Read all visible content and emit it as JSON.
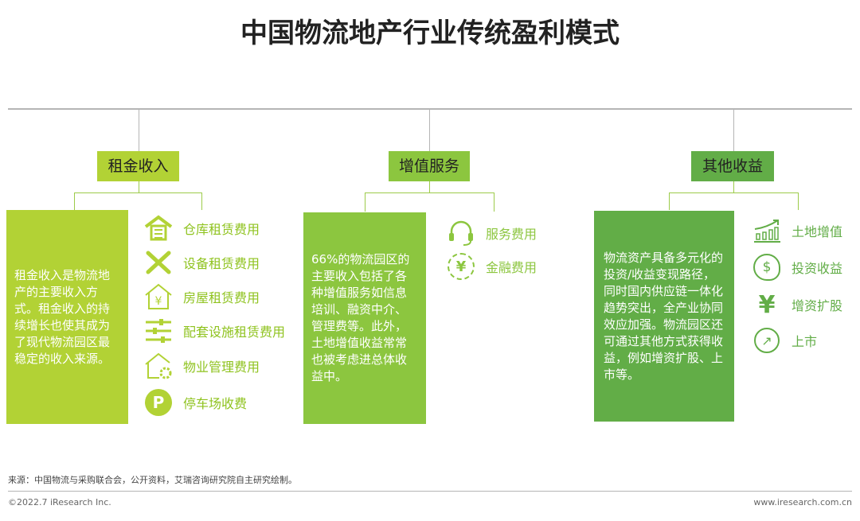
{
  "title": "中国物流地产行业传统盈利模式",
  "colors": {
    "rent": "#b2d235",
    "service": "#8cc63f",
    "other": "#62ad47"
  },
  "columns": [
    {
      "header": "租金收入",
      "description": "租金收入是物流地产的主要收入方式。租金收入的持续增长也使其成为了现代物流园区最稳定的收入来源。",
      "items": [
        {
          "label": "仓库租赁费用",
          "icon": "warehouse-icon"
        },
        {
          "label": "设备租赁费用",
          "icon": "tools-icon"
        },
        {
          "label": "房屋租赁费用",
          "icon": "house-yen-icon"
        },
        {
          "label": "配套设施租赁费用",
          "icon": "sliders-icon"
        },
        {
          "label": "物业管理费用",
          "icon": "house-gear-icon"
        },
        {
          "label": "停车场收费",
          "icon": "parking-icon",
          "glyph": "P"
        }
      ]
    },
    {
      "header": "增值服务",
      "description": "66%的物流园区的主要收入包括了各种增值服务如信息培训、融资中介、管理费等。此外，土地增值收益常常也被考虑进总体收益中。",
      "items": [
        {
          "label": "服务费用",
          "icon": "headset-icon"
        },
        {
          "label": "金融费用",
          "icon": "yen-cycle-icon",
          "glyph": "¥"
        }
      ]
    },
    {
      "header": "其他收益",
      "description": "物流资产具备多元化的投资/收益变现路径，同时国内供应链一体化趋势突出，全产业协同效应加强。物流园区还可通过其他方式获得收益，例如增资扩股、上市等。",
      "items": [
        {
          "label": "土地增值",
          "icon": "growth-chart-icon"
        },
        {
          "label": "投资收益",
          "icon": "head-dollar-icon",
          "glyph": "$"
        },
        {
          "label": "增资扩股",
          "icon": "yen-icon",
          "glyph": "¥"
        },
        {
          "label": "上市",
          "icon": "arrow-circle-icon",
          "glyph": "↗"
        }
      ]
    }
  ],
  "footer": {
    "source": "来源：中国物流与采购联合会，公开资料，艾瑞咨询研究院自主研究绘制。",
    "copyright": "©2022.7 iResearch Inc.",
    "website": "www.iresearch.com.cn"
  }
}
